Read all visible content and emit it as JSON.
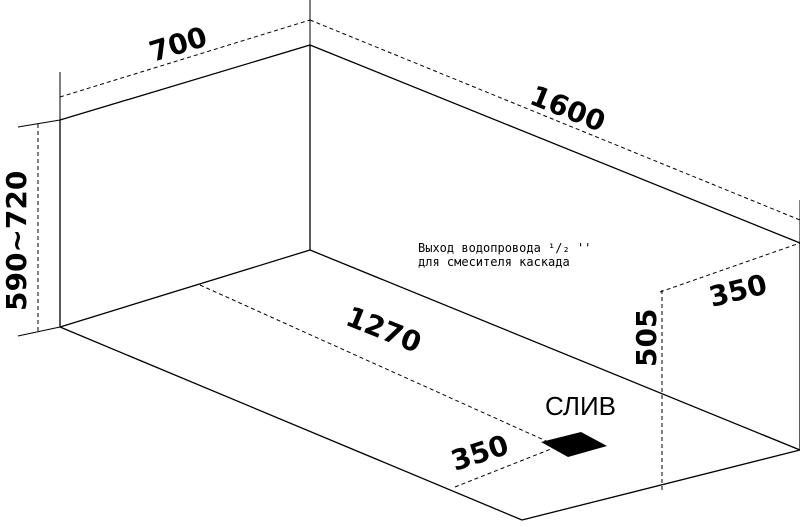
{
  "diagram": {
    "dimensions": {
      "width_top": "700",
      "length_top": "1600",
      "height_range": "590~720",
      "floor_length": "1270",
      "side_width": "350",
      "outlet_height": "505",
      "drain_offset": "350"
    },
    "labels": {
      "note_line1": "Выход водопровода ¹/₂ ''",
      "note_line2": "для смесителя каскада",
      "drain": "СЛИВ"
    },
    "colors": {
      "line": "#000000",
      "background": "#ffffff"
    }
  }
}
